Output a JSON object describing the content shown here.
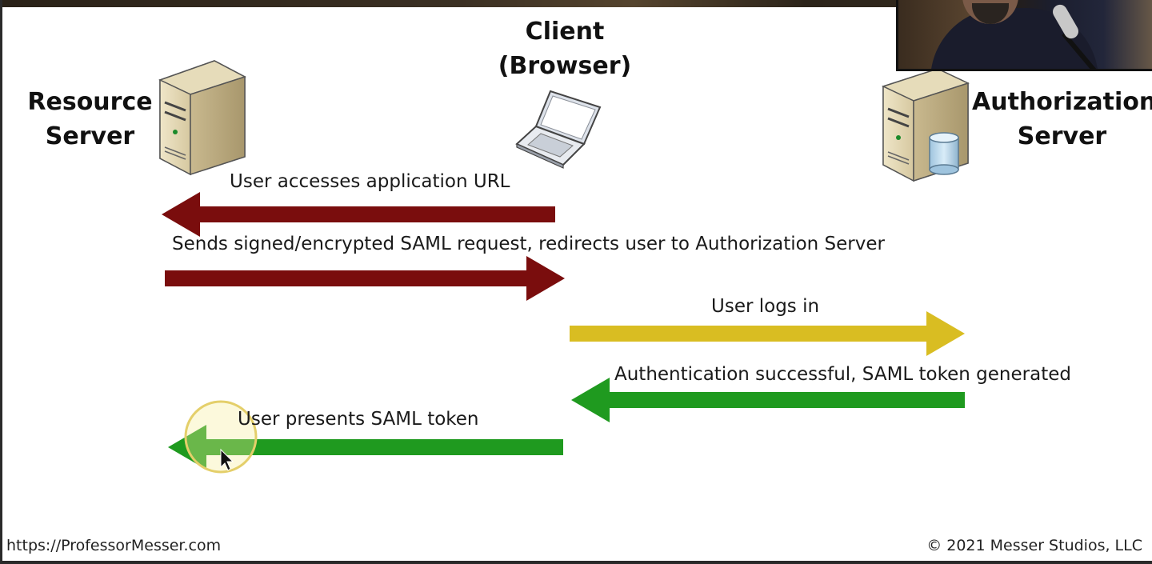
{
  "nodes": {
    "client": {
      "line1": "Client",
      "line2": "(Browser)"
    },
    "resource_server": {
      "line1": "Resource",
      "line2": "Server"
    },
    "authorization_server": {
      "line1": "Authorization",
      "line2": "Server"
    }
  },
  "flows": [
    {
      "label": "User accesses application URL",
      "direction": "left",
      "color": "#7a0d0d"
    },
    {
      "label": "Sends signed/encrypted SAML request, redirects user to Authorization Server",
      "direction": "right",
      "color": "#7a0d0d"
    },
    {
      "label": "User logs in",
      "direction": "right",
      "color": "#d9bd22"
    },
    {
      "label": "Authentication successful, SAML token generated",
      "direction": "left",
      "color": "#1f9a1f"
    },
    {
      "label": "User presents SAML token",
      "direction": "left",
      "color": "#1f9a1f"
    }
  ],
  "footer": {
    "left": "https://ProfessorMesser.com",
    "right": "© 2021 Messer Studios, LLC"
  },
  "icons": [
    "server-icon",
    "laptop-icon",
    "database-server-icon",
    "cursor-highlight-icon"
  ]
}
